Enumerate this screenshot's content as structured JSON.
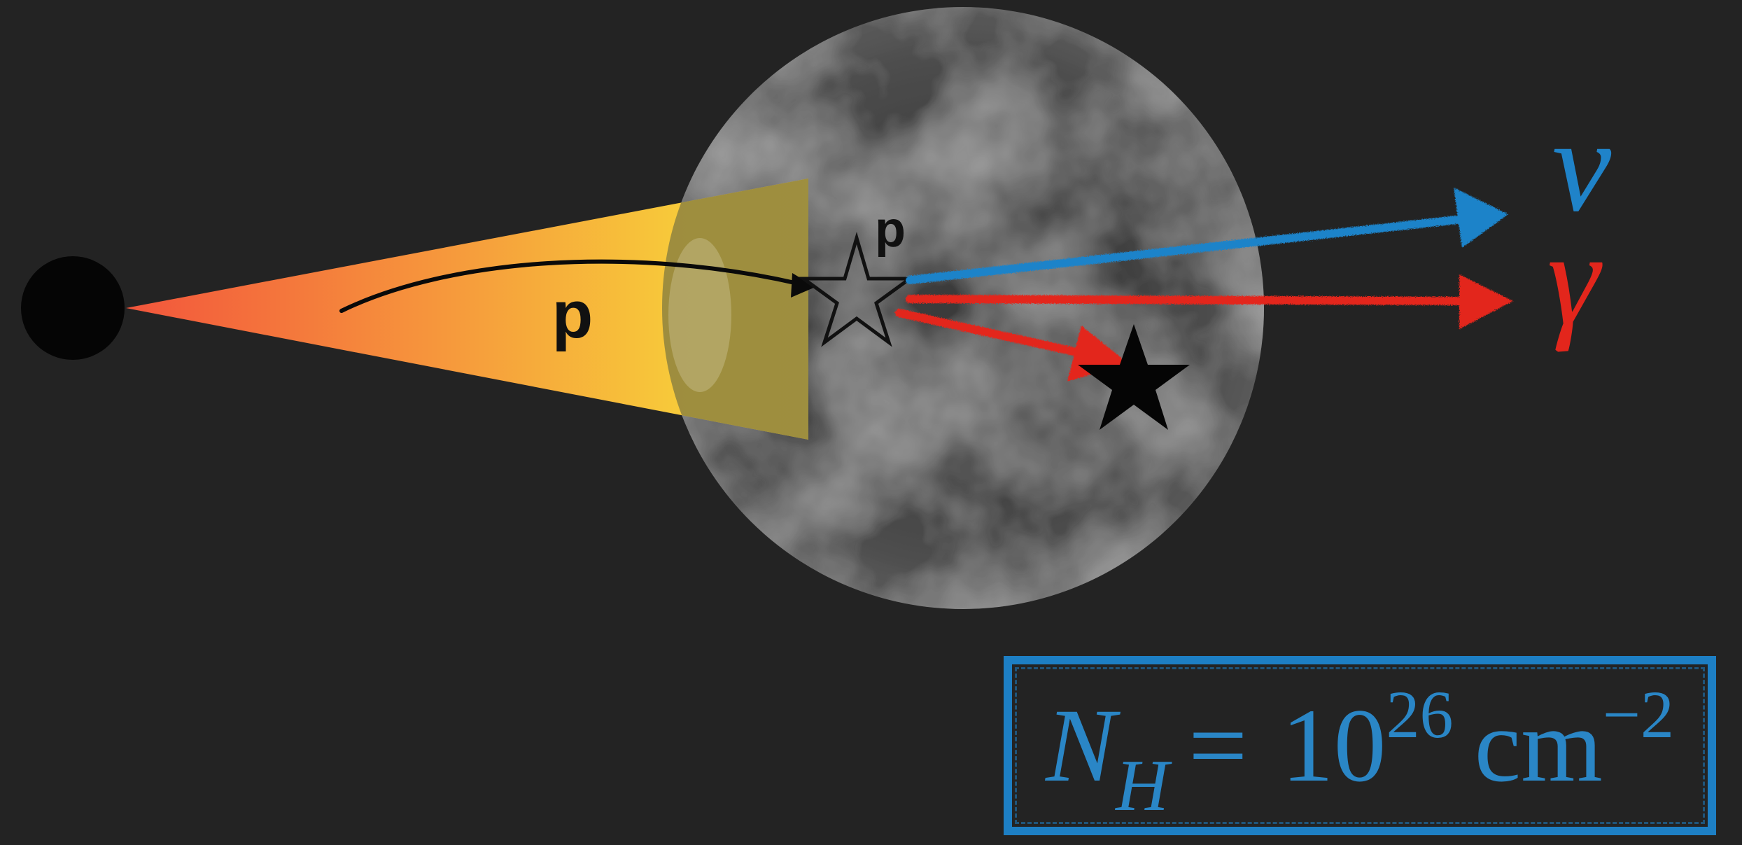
{
  "labels": {
    "proton_beam": "p",
    "proton_target": "p",
    "neutrino": "ν",
    "gamma": "γ"
  },
  "formula": {
    "symbol": "N",
    "subscript": "H",
    "equals": "=",
    "base": "10",
    "exponent": "26",
    "unit": "cm",
    "unit_exponent": "−2"
  },
  "colors": {
    "background": "#232323",
    "neutrino": "#1f83c9",
    "gamma": "#e3261c",
    "formula": "#2a86c6",
    "beam_start": "#f2553c",
    "beam_end": "#f7c93a"
  },
  "icons": {
    "source": "black-hole-icon",
    "interaction": "star-outline-icon",
    "absorber": "star-filled-icon",
    "cloud": "gas-cloud-icon"
  }
}
